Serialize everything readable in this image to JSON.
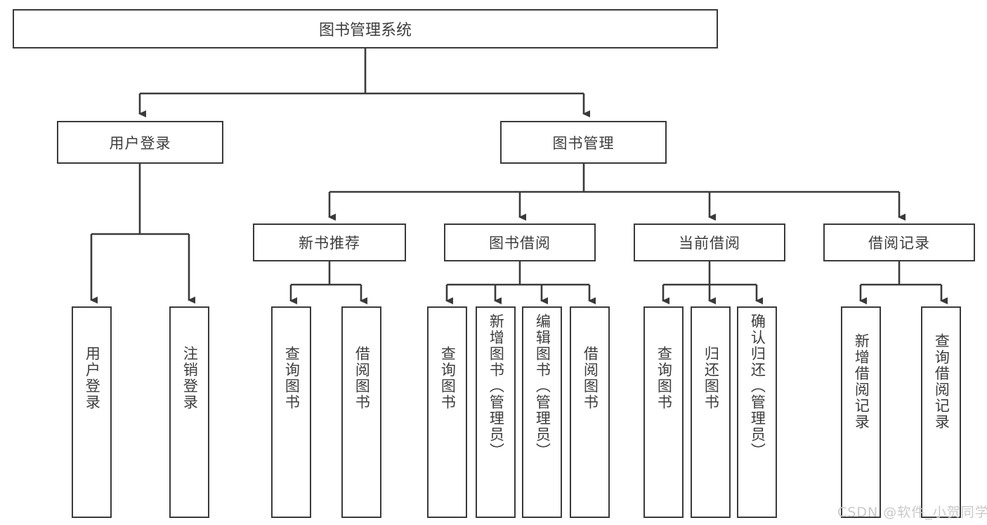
{
  "diagram": {
    "title": "图书管理系统",
    "type": "tree-hierarchy-chart",
    "root": {
      "label": "图书管理系统"
    },
    "level2": [
      {
        "label": "用户登录"
      },
      {
        "label": "图书管理"
      }
    ],
    "level3": [
      {
        "label": "新书推荐"
      },
      {
        "label": "图书借阅"
      },
      {
        "label": "当前借阅"
      },
      {
        "label": "借阅记录"
      }
    ],
    "leaves": {
      "user_login": [
        {
          "label": "用户登录"
        },
        {
          "label": "注销登录"
        }
      ],
      "new_book": [
        {
          "label": "查询图书"
        },
        {
          "label": "借阅图书"
        }
      ],
      "book_borrow": [
        {
          "label": "查询图书"
        },
        {
          "label": "新增图书（管理员）"
        },
        {
          "label": "编辑图书（管理员）"
        },
        {
          "label": "借阅图书"
        }
      ],
      "current_borrow": [
        {
          "label": "查询图书"
        },
        {
          "label": "归还图书"
        },
        {
          "label": "确认归还（管理员）"
        }
      ],
      "borrow_record": [
        {
          "label": "新增借阅记录"
        },
        {
          "label": "查询借阅记录"
        }
      ]
    }
  },
  "watermark": {
    "text": "CSDN @软件_小贺同学"
  },
  "colors": {
    "border": "#3a3a3a",
    "text": "#3d3d3d",
    "background": "#ffffff",
    "watermark": "#c9c9c9"
  }
}
